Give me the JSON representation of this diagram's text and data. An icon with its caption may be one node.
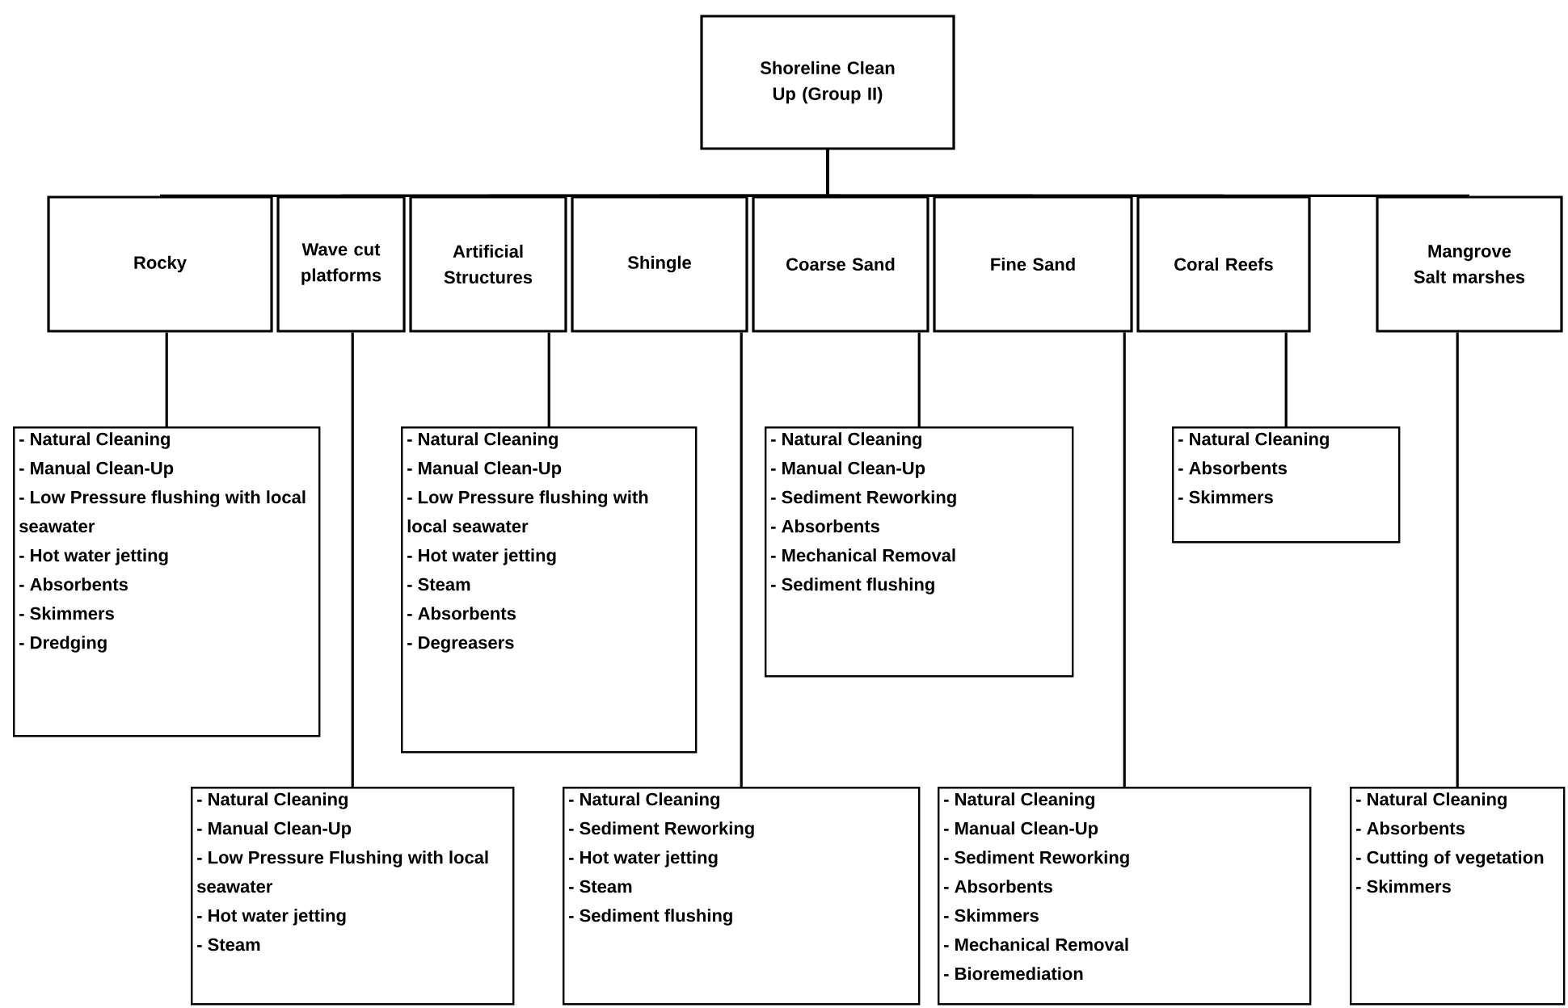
{
  "diagram": {
    "nodes": [
      {
        "text": [
          "Shoreline Clean Up (Group II)"
        ]
      },
      {
        "text": [
          "Rocky"
        ]
      },
      {
        "text": [
          "Wave cut platforms"
        ]
      },
      {
        "text": [
          "Artificial Structures"
        ]
      },
      {
        "text": [
          "Shingle"
        ]
      },
      {
        "text": [
          "Coarse Sand"
        ]
      },
      {
        "text": [
          "Fine Sand"
        ]
      },
      {
        "text": [
          "Coral Reefs"
        ]
      },
      {
        "text": [
          "Mangrove Salt marshes"
        ]
      },
      {
        "text": [
          "- Natural Cleaning",
          "- Manual Clean-Up",
          "- Low Pressure flushing with local seawater",
          "- Hot water jetting",
          "- Absorbents",
          "- Skimmers",
          "- Dredging"
        ]
      },
      {
        "text": [
          "- Natural Cleaning",
          "- Manual Clean-Up",
          "- Low Pressure Flushing with local seawater",
          "- Hot water jetting",
          "- Steam"
        ]
      },
      {
        "text": [
          "- Natural Cleaning",
          "- Manual Clean-Up",
          "- Low Pressure flushing with local seawater",
          "- Hot water jetting",
          "- Steam",
          "- Absorbents",
          "- Degreasers"
        ]
      },
      {
        "text": [
          "- Natural Cleaning",
          "- Sediment Reworking",
          "- Hot water jetting",
          "- Steam",
          "- Sediment flushing"
        ]
      },
      {
        "text": [
          "- Natural Cleaning",
          "- Manual Clean-Up",
          "- Sediment Reworking",
          "- Absorbents",
          "- Mechanical Removal",
          "- Sediment flushing"
        ]
      },
      {
        "text": [
          "- Natural Cleaning",
          "- Manual Clean-Up",
          "- Sediment Reworking",
          "- Absorbents",
          "- Skimmers",
          "- Mechanical Removal",
          "- Bioremediation"
        ]
      },
      {
        "text": [
          "- Natural Cleaning",
          "- Absorbents",
          "- Skimmers"
        ]
      },
      {
        "text": [
          "- Natural Cleaning",
          "- Absorbents",
          "- Cutting of vegetation",
          "- Skimmers"
        ]
      }
    ],
    "edges": [
      {
        "from": 0,
        "to": 1,
        "arrow": "none"
      },
      {
        "from": 0,
        "to": 2,
        "arrow": "none"
      },
      {
        "from": 0,
        "to": 3,
        "arrow": "none"
      },
      {
        "from": 0,
        "to": 4,
        "arrow": "none"
      },
      {
        "from": 0,
        "to": 5,
        "arrow": "none"
      },
      {
        "from": 0,
        "to": 6,
        "arrow": "none"
      },
      {
        "from": 0,
        "to": 7,
        "arrow": "none"
      },
      {
        "from": 0,
        "to": 8,
        "arrow": "none"
      },
      {
        "from": 1,
        "to": 9,
        "arrow": "none"
      },
      {
        "from": 2,
        "to": 10,
        "arrow": "none"
      },
      {
        "from": 3,
        "to": 11,
        "arrow": "none"
      },
      {
        "from": 4,
        "to": 12,
        "arrow": "none"
      },
      {
        "from": 5,
        "to": 13,
        "arrow": "none"
      },
      {
        "from": 6,
        "to": 14,
        "arrow": "none"
      },
      {
        "from": 7,
        "to": 15,
        "arrow": "none"
      },
      {
        "from": 8,
        "to": 16,
        "arrow": "none"
      }
    ]
  }
}
